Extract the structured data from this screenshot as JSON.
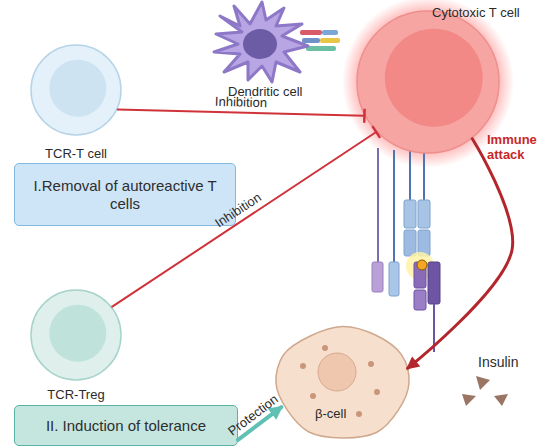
{
  "diagram": {
    "nodes": [
      {
        "text": [
          "Dendritic cell"
        ]
      },
      {
        "text": [
          "Cytotoxic T cell"
        ]
      },
      {
        "text": [
          "TCR-T cell"
        ]
      },
      {
        "text": [
          "I.Removal of autoreactive T cells"
        ]
      },
      {
        "text": [
          "TCR-Treg"
        ]
      },
      {
        "text": [
          "II. Induction of tolerance"
        ]
      },
      {
        "text": [
          "β-cell"
        ]
      }
    ],
    "edges": [
      {
        "from": 2,
        "to": 1,
        "arrow": "to",
        "label": "Inhibition"
      },
      {
        "from": 4,
        "to": 1,
        "arrow": "to",
        "label": "Inhibition"
      },
      {
        "from": 5,
        "to": 6,
        "arrow": "to",
        "label": "Protection"
      },
      {
        "from": 1,
        "to": 6,
        "arrow": "to",
        "label": "Immune attack"
      }
    ],
    "labels": [
      "Insulin"
    ]
  }
}
